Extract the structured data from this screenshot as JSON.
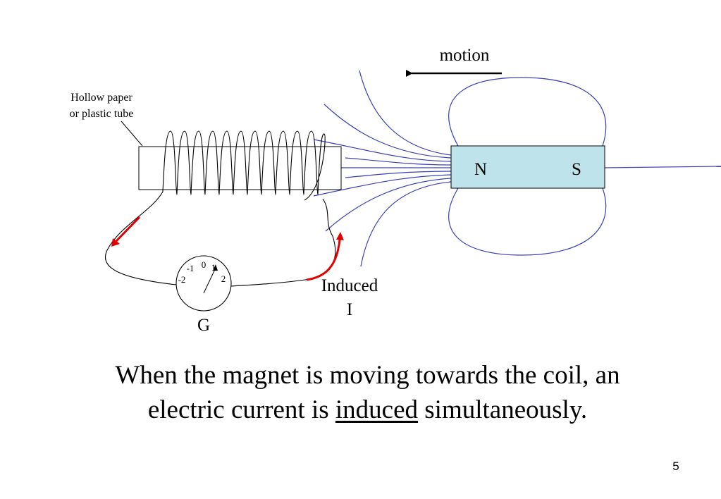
{
  "diagram": {
    "motion_label": "motion",
    "tube_label_line1": "Hollow paper",
    "tube_label_line2": "or plastic tube",
    "magnet": {
      "north": "N",
      "south": "S",
      "fill": "#bfe3ea"
    },
    "galvanometer": {
      "label": "G",
      "scale": [
        "-2",
        "-1",
        "0",
        "1",
        "2"
      ]
    },
    "induced_label_line1": "Induced",
    "induced_label_line2": "I",
    "colors": {
      "field_lines": "#3a3fb8",
      "current_arrows": "#e00000",
      "wire": "#000000"
    }
  },
  "caption": {
    "line1": "When the magnet is moving towards the coil, an",
    "line2_before": "electric current is ",
    "line2_underlined": "induced",
    "line2_after": " simultaneously."
  },
  "page_number": "5"
}
